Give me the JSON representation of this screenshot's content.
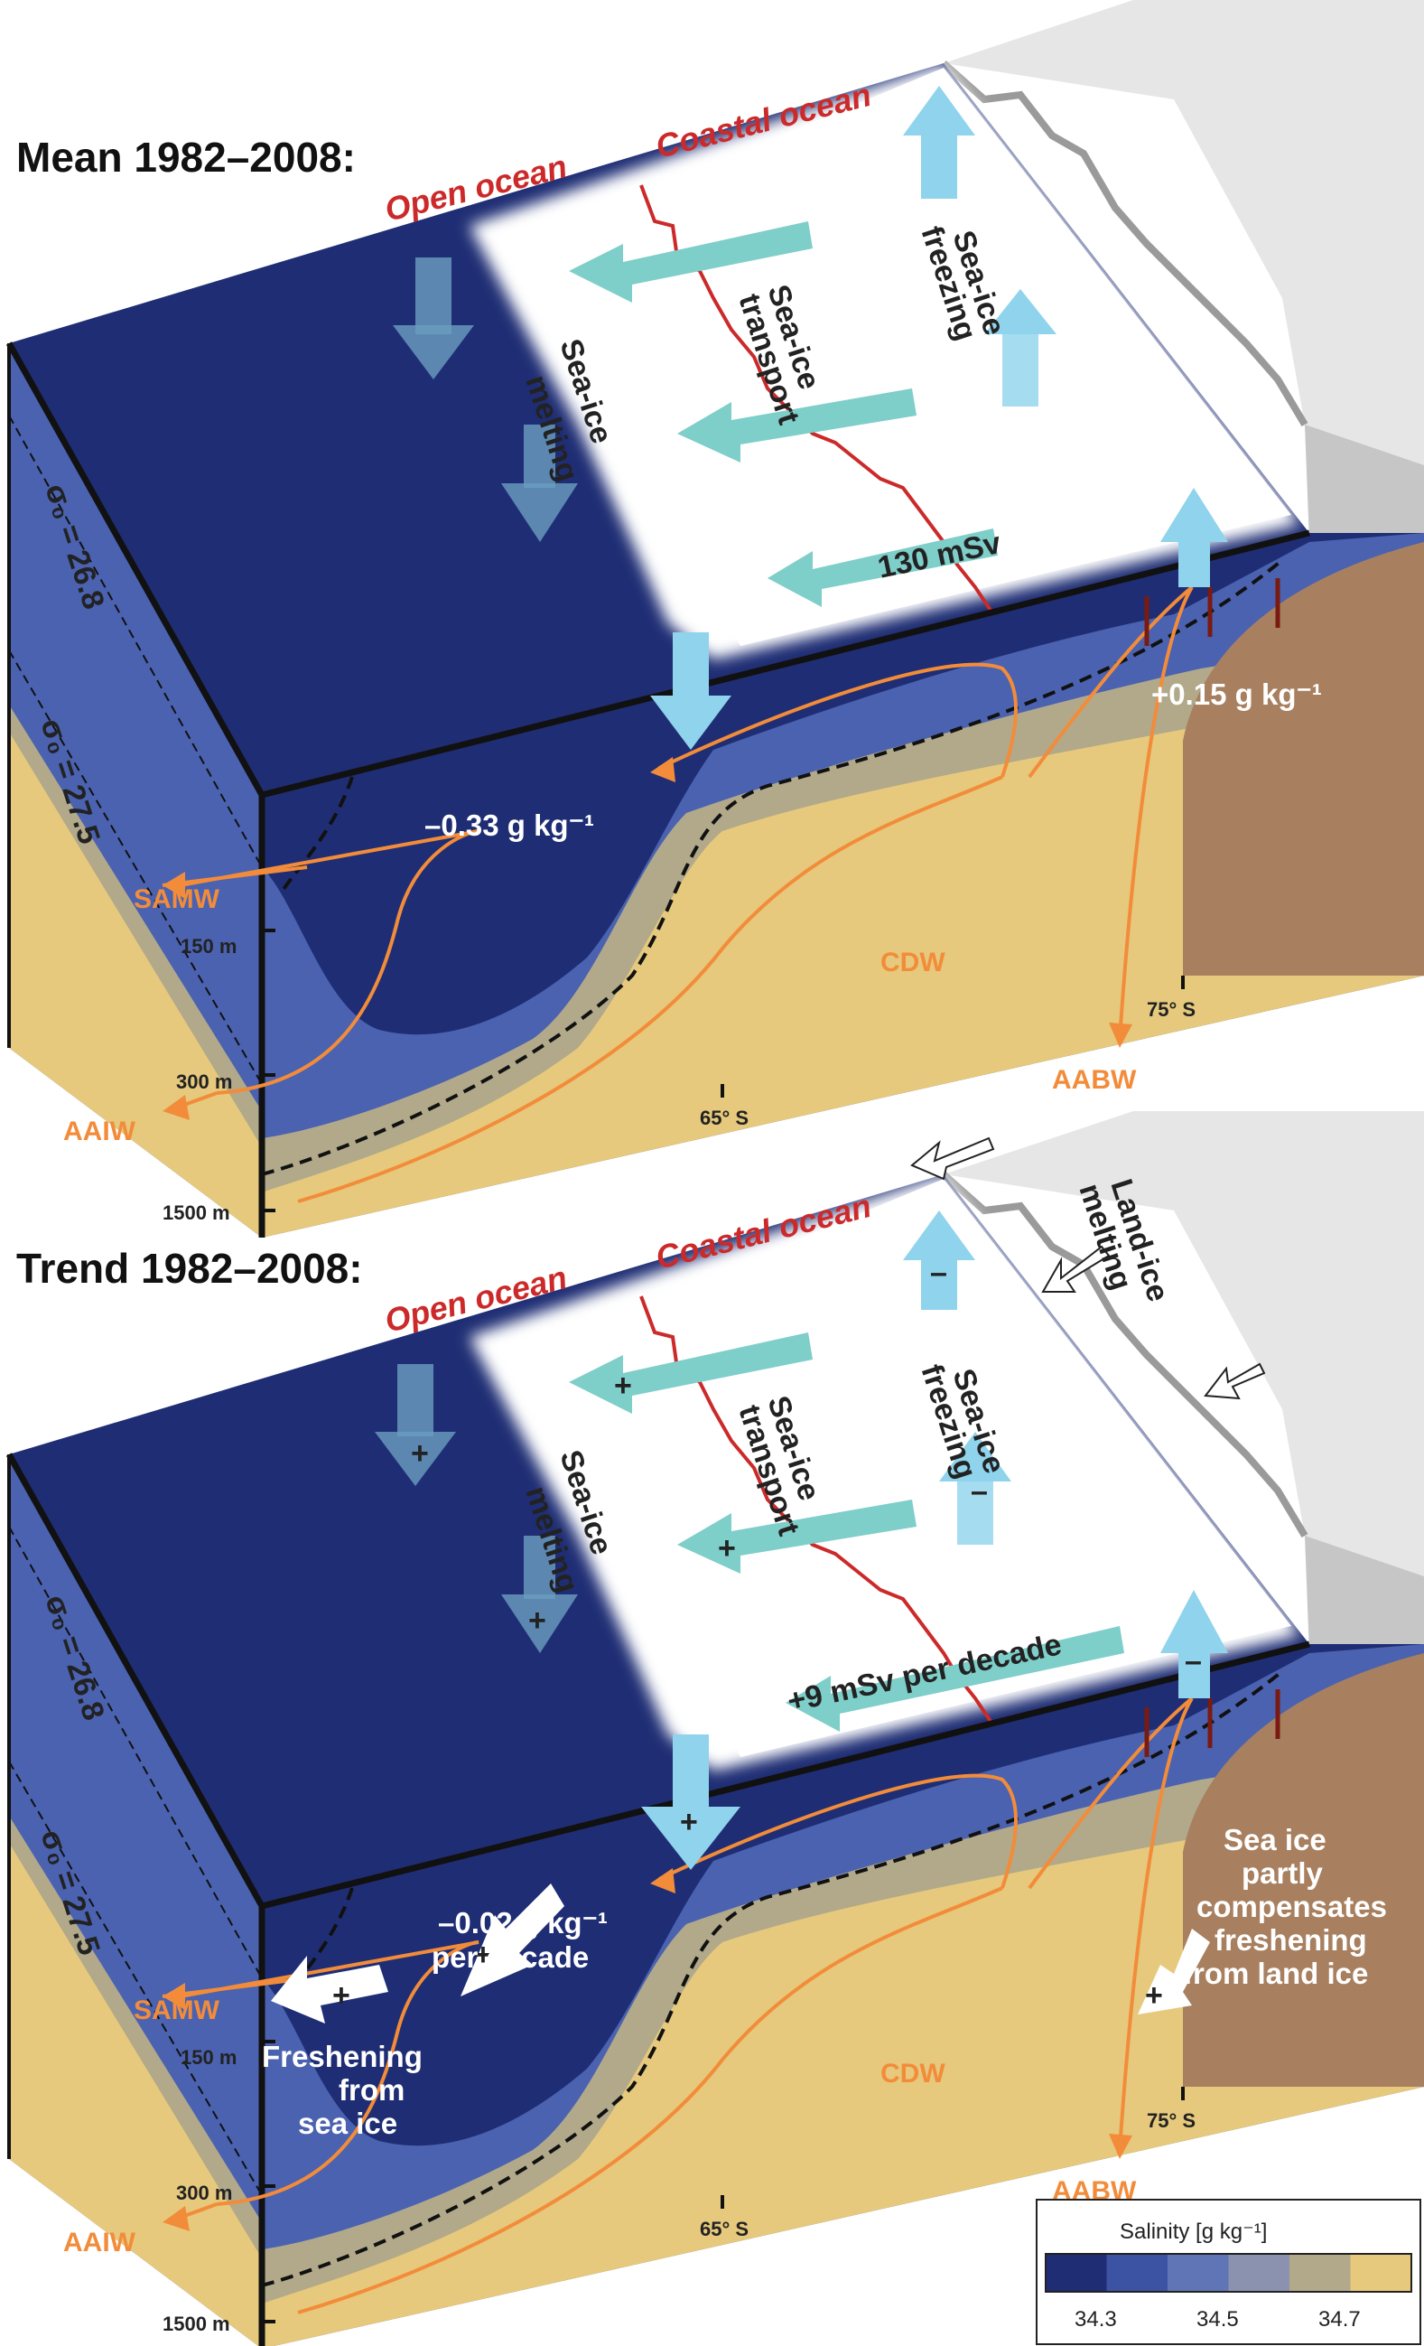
{
  "colors": {
    "s343": "#1f2e74",
    "s343_345": "#4a62b0",
    "s345": "#6a7fb8",
    "s345_347": "#b1a98a",
    "s347": "#e6c97c",
    "shelf": "#a88060",
    "ice": "#ffffff",
    "arrow_teal": "#7ecec9",
    "arrow_blue": "#8fd3ec",
    "orange": "#f28c3a",
    "red": "#cc2a2a",
    "dark_red": "#7a1a10"
  },
  "panels": {
    "mean": {
      "title": "Mean 1982–2008:",
      "open_ocean": "Open ocean",
      "coastal_ocean": "Coastal ocean",
      "sea_ice_melting": [
        "Sea-ice",
        "melting"
      ],
      "sea_ice_transport": [
        "Sea-ice",
        "transport"
      ],
      "sea_ice_freezing": [
        "Sea-ice",
        "freezing"
      ],
      "transport_value": "130 mSv",
      "open_change": "–0.33 g kg⁻¹",
      "coastal_change": "+0.15 g kg⁻¹",
      "sigma1": "σ₀ = 26.8",
      "sigma2": "σ₀ = 27.5",
      "water_masses": [
        "SAMW",
        "AAIW",
        "CDW",
        "AABW"
      ],
      "depths": [
        "150 m",
        "300 m",
        "1500 m"
      ],
      "lats": [
        "65° S",
        "75° S"
      ]
    },
    "trend": {
      "title": "Trend 1982–2008:",
      "open_ocean": "Open ocean",
      "coastal_ocean": "Coastal ocean",
      "sea_ice_melting": [
        "Sea-ice",
        "melting"
      ],
      "sea_ice_transport": [
        "Sea-ice",
        "transport"
      ],
      "sea_ice_freezing": [
        "Sea-ice",
        "freezing"
      ],
      "land_ice_melting": [
        "Land-ice",
        "melting"
      ],
      "transport_value": "+9 mSv per decade",
      "open_change": [
        "–0.02 g kg⁻¹",
        "per decade"
      ],
      "freshening": [
        "Freshening",
        "from",
        "sea ice"
      ],
      "compensation": [
        "Sea ice",
        "partly",
        "compensates",
        "freshening",
        "from land ice"
      ],
      "sigma1": "σ₀ = 26.8",
      "sigma2": "σ₀ = 27.5",
      "water_masses": [
        "SAMW",
        "AAIW",
        "CDW",
        "AABW"
      ],
      "depths": [
        "150 m",
        "300 m",
        "1500 m"
      ],
      "lats": [
        "65° S",
        "75° S"
      ],
      "plus": "+",
      "minus": "–"
    }
  },
  "legend": {
    "title": "Salinity [g kg⁻¹]",
    "ticks": [
      "34.3",
      "34.5",
      "34.7"
    ],
    "colors": [
      "#1f2e74",
      "#3c52a3",
      "#5f75b5",
      "#8a92b0",
      "#b1a98a",
      "#e6c97c"
    ]
  }
}
